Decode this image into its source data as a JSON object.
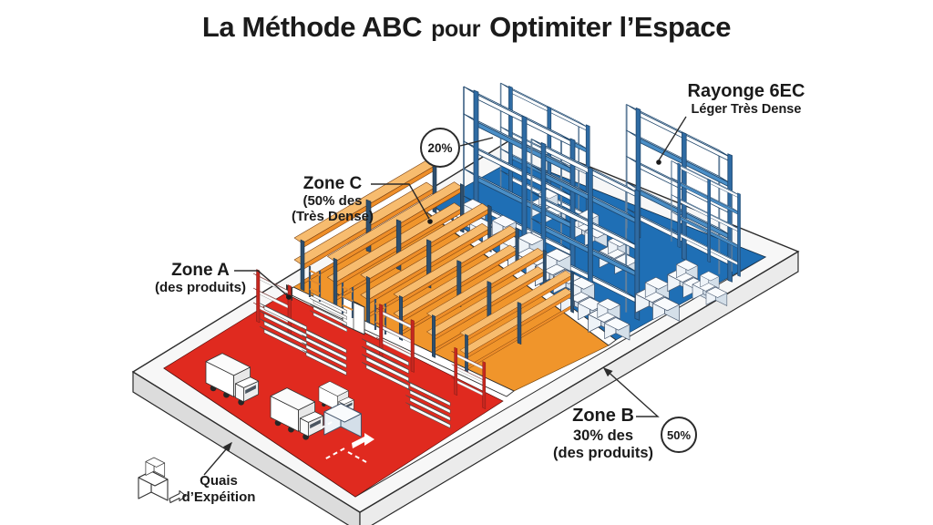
{
  "title": {
    "part1": "La Méthode ABC",
    "part2": "pour",
    "part3": "Optimiter l’Espace"
  },
  "callouts": {
    "rayonnage": {
      "title": "Rayonge 6EC",
      "subtitle": "Léger Très Dense"
    },
    "zone_c": {
      "title": "Zone C",
      "line2": "(50% des",
      "line3": "(Très Dense)"
    },
    "zone_a": {
      "title": "Zone A",
      "line2": "(des produits)"
    },
    "zone_b": {
      "title": "Zone B",
      "line2": "30% des",
      "line3": "(des produits)"
    },
    "quais": {
      "line1": "Quais",
      "line2": "d’Expéition"
    },
    "badge_blue_pct": "20%",
    "badge_orange_pct": "50%"
  },
  "colors": {
    "zone_a_floor": "#e02a1f",
    "zone_b_floor": "#f0952b",
    "zone_c_floor": "#1f6fb5",
    "wall_top": "#f7f7f7",
    "wall_side_left": "#dcdcdc",
    "wall_side_right": "#ebebeb"
  }
}
